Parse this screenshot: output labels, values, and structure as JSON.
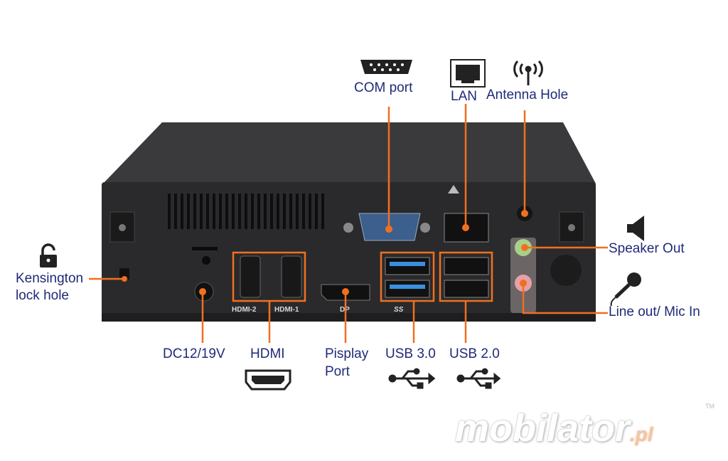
{
  "labels": {
    "com_port": "COM port",
    "lan": "LAN",
    "antenna": "Antenna Hole",
    "speaker": "Speaker Out",
    "line_mic": "Line out/ Mic In",
    "kensington_1": "Kensington",
    "kensington_2": "lock hole",
    "dc": "DC12/19V",
    "hdmi": "HDMI",
    "dp_1": "Pisplay",
    "dp_2": "Port",
    "usb3": "USB 3.0",
    "usb2": "USB 2.0"
  },
  "device_print": {
    "hdmi2": "HDMI-2",
    "hdmi1": "HDMI-1",
    "dp": "DP",
    "ss": "SS"
  },
  "watermark": {
    "text": "mobilator",
    "suffix": ".pl",
    "tm": "TM"
  },
  "colors": {
    "accent": "#f07020",
    "label": "#1f2a78",
    "device": "#2b2b2d"
  }
}
